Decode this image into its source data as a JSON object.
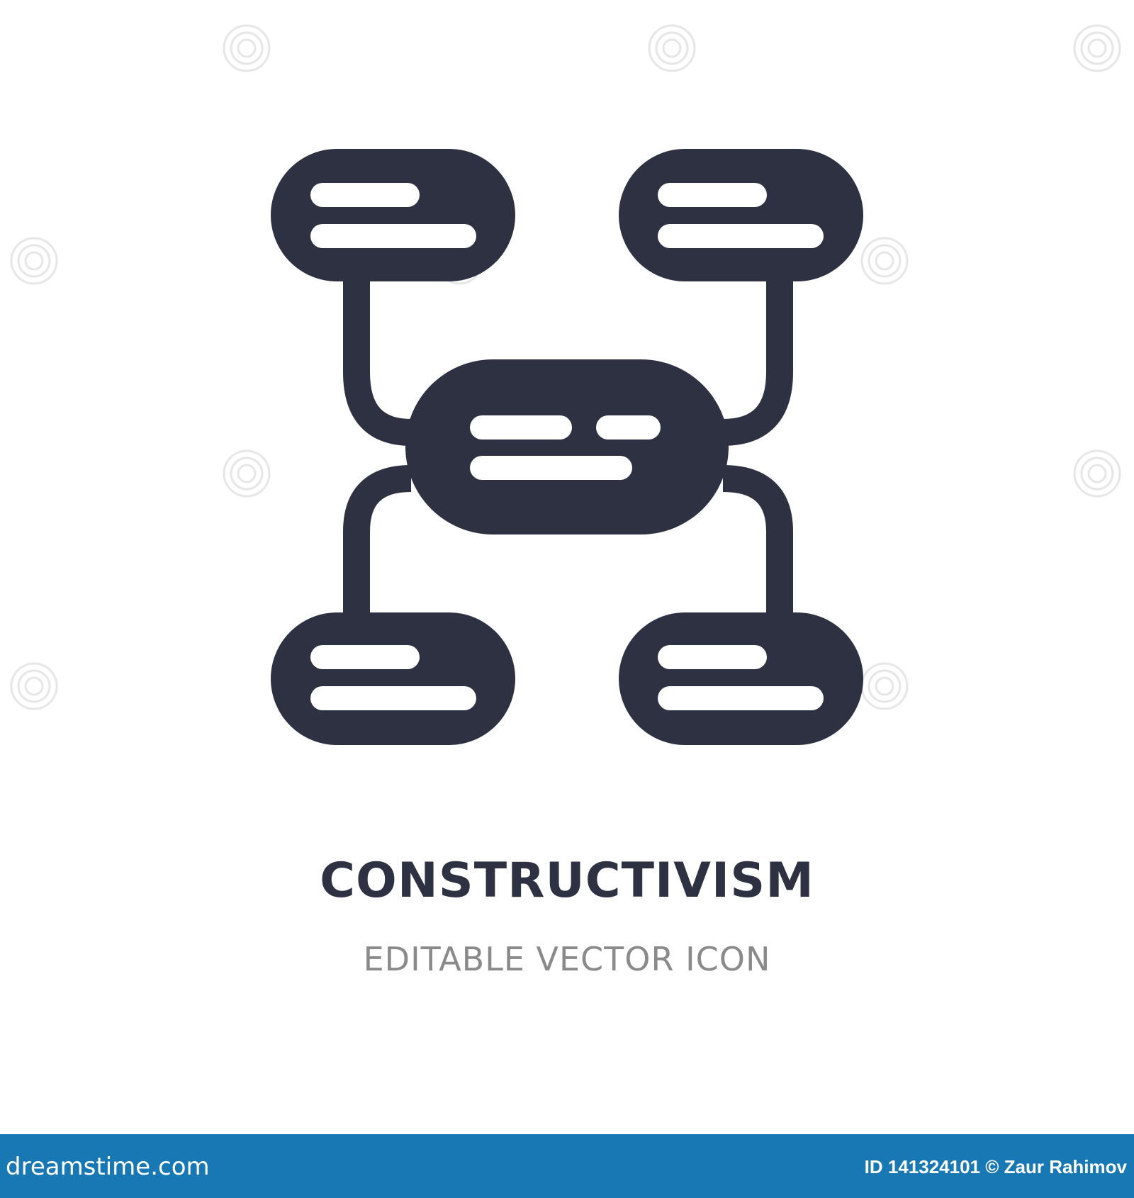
{
  "caption": {
    "title": "CONSTRUCTIVISM",
    "subtitle": "EDITABLE VECTOR ICON"
  },
  "footer": {
    "brand": "dreamstime.com",
    "credit": "ID 141324101 © Zaur Rahimov"
  },
  "icon": {
    "name": "constructivism-icon",
    "color": "#2d3142"
  },
  "watermark": {
    "name": "dreamstime-watermark"
  },
  "colors": {
    "background": "#ffffff",
    "icon": "#2d3142",
    "title": "#2d3142",
    "subtitle": "#8a8a8a",
    "footer_bg": "#1878b4",
    "footer_text": "#ffffff"
  }
}
